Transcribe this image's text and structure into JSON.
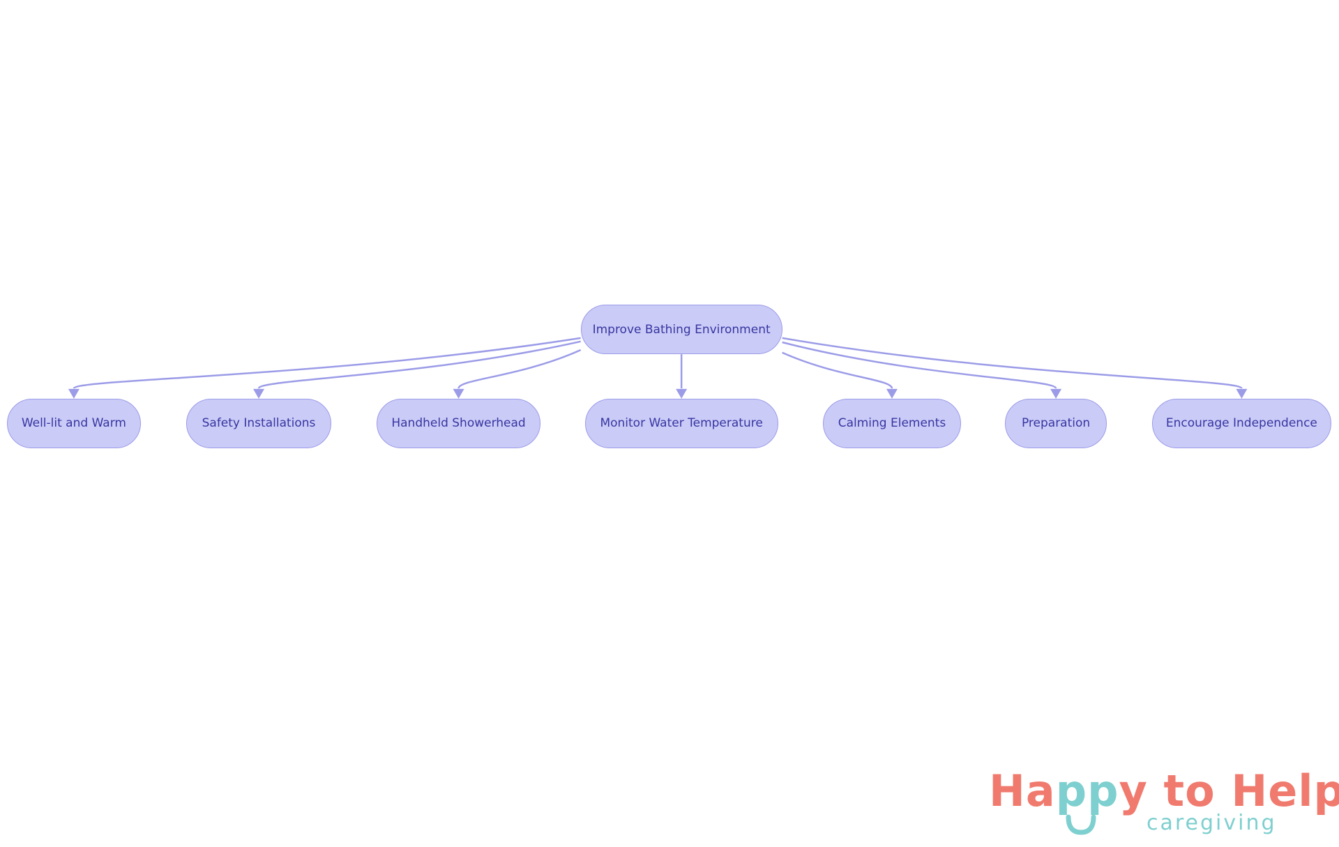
{
  "diagram": {
    "root": {
      "id": "root",
      "label": "Improve Bathing Environment"
    },
    "children": [
      {
        "id": "c1",
        "label": "Well-lit and Warm"
      },
      {
        "id": "c2",
        "label": "Safety Installations"
      },
      {
        "id": "c3",
        "label": "Handheld Showerhead"
      },
      {
        "id": "c4",
        "label": "Monitor Water Temperature"
      },
      {
        "id": "c5",
        "label": "Calming Elements"
      },
      {
        "id": "c6",
        "label": "Preparation"
      },
      {
        "id": "c7",
        "label": "Encourage Independence"
      }
    ],
    "colors": {
      "node_fill": "#cbcbf8",
      "node_border": "#9b9be8",
      "node_text": "#3535a0",
      "edge": "#9b9be8"
    }
  },
  "logo": {
    "part1": "Ha",
    "part2": "pp",
    "part3": "y to Help",
    "tagline": "caregiving",
    "color_main": "#f07a6e",
    "color_accent": "#7ecfcf"
  }
}
